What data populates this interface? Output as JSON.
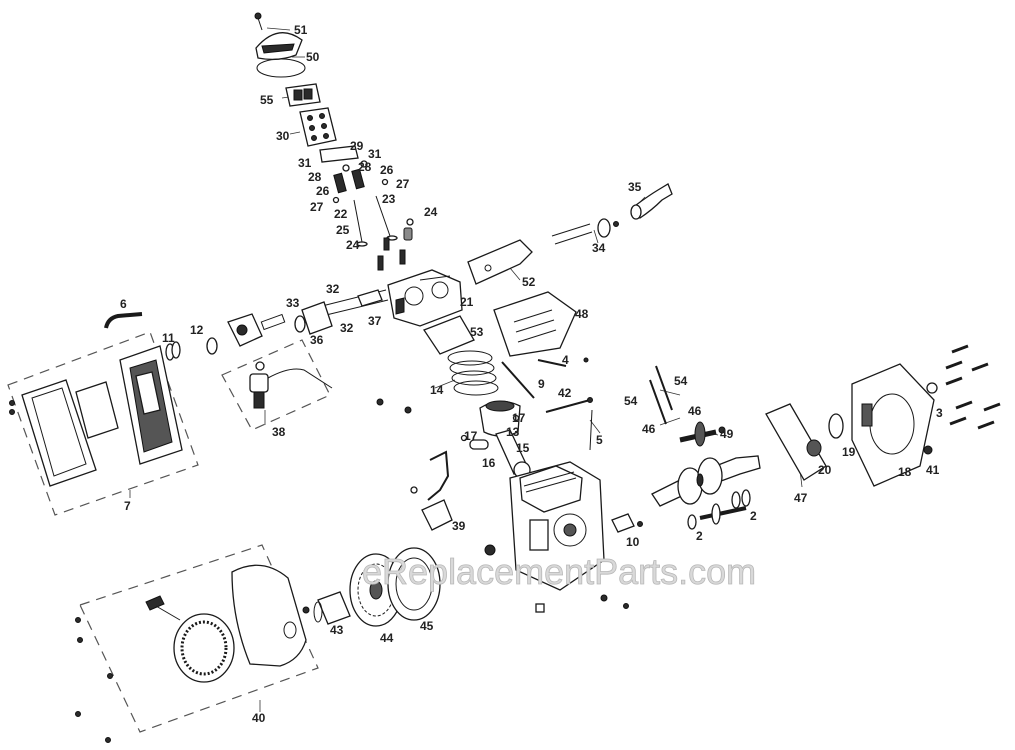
{
  "watermark": "eReplacementParts.com",
  "callouts": [
    {
      "id": "51",
      "text": "51"
    },
    {
      "id": "50",
      "text": "50"
    },
    {
      "id": "55",
      "text": "55"
    },
    {
      "id": "30",
      "text": "30"
    },
    {
      "id": "29",
      "text": "29"
    },
    {
      "id": "31a",
      "text": "31"
    },
    {
      "id": "31b",
      "text": "31"
    },
    {
      "id": "28a",
      "text": "28"
    },
    {
      "id": "28b",
      "text": "28"
    },
    {
      "id": "26a",
      "text": "26"
    },
    {
      "id": "26b",
      "text": "26"
    },
    {
      "id": "27a",
      "text": "27"
    },
    {
      "id": "27b",
      "text": "27"
    },
    {
      "id": "22",
      "text": "22"
    },
    {
      "id": "23",
      "text": "23"
    },
    {
      "id": "25",
      "text": "25"
    },
    {
      "id": "24a",
      "text": "24"
    },
    {
      "id": "24b",
      "text": "24"
    },
    {
      "id": "35",
      "text": "35"
    },
    {
      "id": "34",
      "text": "34"
    },
    {
      "id": "52",
      "text": "52"
    },
    {
      "id": "32a",
      "text": "32"
    },
    {
      "id": "32b",
      "text": "32"
    },
    {
      "id": "33",
      "text": "33"
    },
    {
      "id": "21",
      "text": "21"
    },
    {
      "id": "36",
      "text": "36"
    },
    {
      "id": "37",
      "text": "37"
    },
    {
      "id": "48",
      "text": "48"
    },
    {
      "id": "53",
      "text": "53"
    },
    {
      "id": "6",
      "text": "6"
    },
    {
      "id": "11",
      "text": "11"
    },
    {
      "id": "12",
      "text": "12"
    },
    {
      "id": "4",
      "text": "4"
    },
    {
      "id": "9",
      "text": "9"
    },
    {
      "id": "14",
      "text": "14"
    },
    {
      "id": "42",
      "text": "42"
    },
    {
      "id": "54a",
      "text": "54"
    },
    {
      "id": "54b",
      "text": "54"
    },
    {
      "id": "46a",
      "text": "46"
    },
    {
      "id": "46b",
      "text": "46"
    },
    {
      "id": "49",
      "text": "49"
    },
    {
      "id": "3",
      "text": "3"
    },
    {
      "id": "38",
      "text": "38"
    },
    {
      "id": "17a",
      "text": "17"
    },
    {
      "id": "17b",
      "text": "17"
    },
    {
      "id": "13",
      "text": "13"
    },
    {
      "id": "15",
      "text": "15"
    },
    {
      "id": "16",
      "text": "16"
    },
    {
      "id": "5",
      "text": "5"
    },
    {
      "id": "7",
      "text": "7"
    },
    {
      "id": "20",
      "text": "20"
    },
    {
      "id": "19",
      "text": "19"
    },
    {
      "id": "18",
      "text": "18"
    },
    {
      "id": "41",
      "text": "41"
    },
    {
      "id": "47",
      "text": "47"
    },
    {
      "id": "2a",
      "text": "2"
    },
    {
      "id": "2b",
      "text": "2"
    },
    {
      "id": "10",
      "text": "10"
    },
    {
      "id": "39",
      "text": "39"
    },
    {
      "id": "43",
      "text": "43"
    },
    {
      "id": "44",
      "text": "44"
    },
    {
      "id": "45",
      "text": "45"
    },
    {
      "id": "40",
      "text": "40"
    }
  ]
}
